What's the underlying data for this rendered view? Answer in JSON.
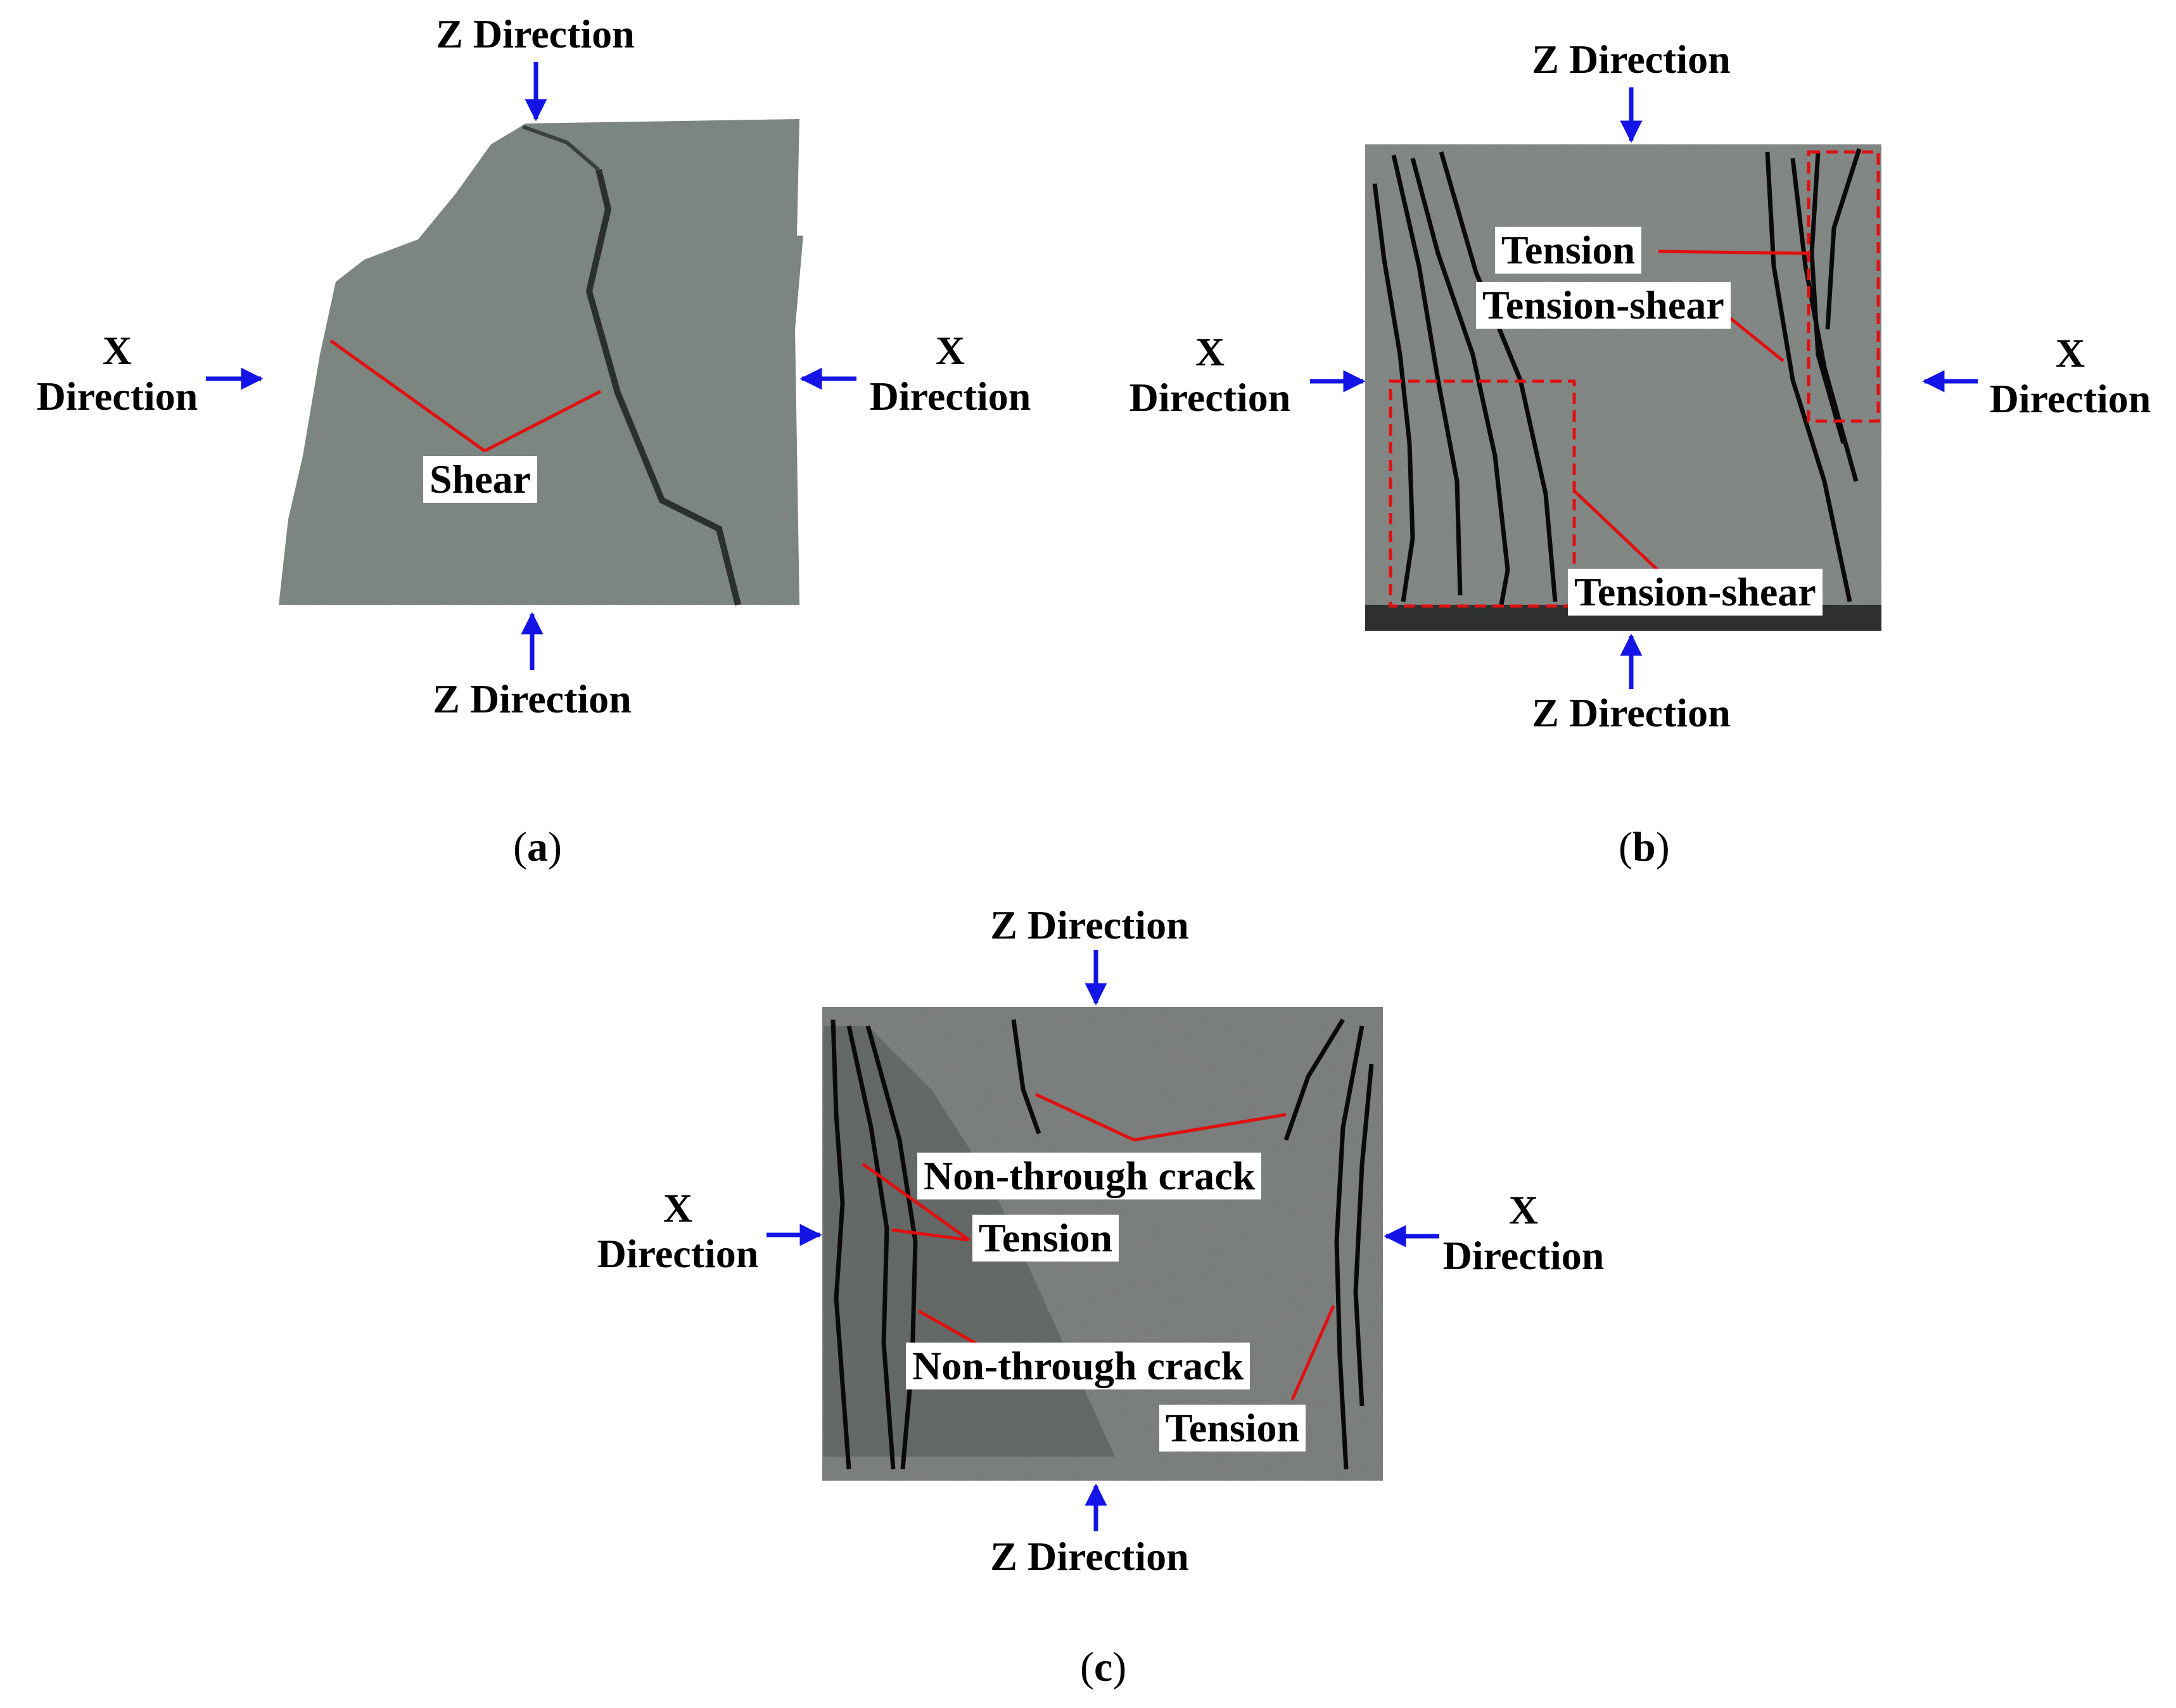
{
  "direction_labels": {
    "z": "Z Direction",
    "x_line1": "X",
    "x_line2": "Direction"
  },
  "panels": [
    {
      "caption_letter": "a",
      "annotations": [
        "Shear"
      ]
    },
    {
      "caption_letter": "b",
      "annotations": [
        "Tension",
        "Tension-shear",
        "Tension-shear"
      ]
    },
    {
      "caption_letter": "c",
      "annotations": [
        "Non-through crack",
        "Tension",
        "Non-through crack",
        "Tension"
      ]
    }
  ],
  "colors": {
    "arrow": "#1414e6",
    "leader_line": "#e01010",
    "crack": "#0a0a0a",
    "rock": "#7d827f"
  }
}
